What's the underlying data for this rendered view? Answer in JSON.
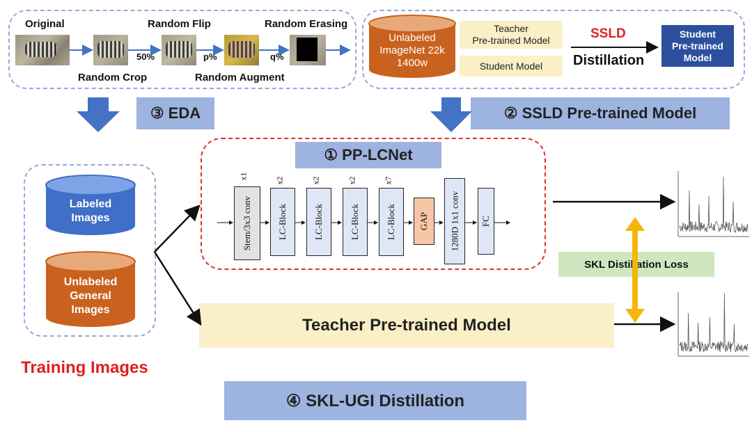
{
  "augment": {
    "original": "Original",
    "random_crop": "Random Crop",
    "random_flip": "Random Flip",
    "random_augment": "Random Augment",
    "random_erasing": "Random Erasing",
    "prob_50": "50%",
    "prob_p": "p%",
    "prob_q": "q%"
  },
  "ssld_box": {
    "dataset_line1": "Unlabeled",
    "dataset_line2": "ImageNet 22k",
    "dataset_line3": "1400w",
    "teacher_line1": "Teacher",
    "teacher_line2": "Pre-trained Model",
    "student": "Student Model",
    "ssld": "SSLD",
    "distillation": "Distillation",
    "result_line1": "Student",
    "result_line2": "Pre-trained",
    "result_line3": "Model"
  },
  "labels": {
    "eda": "③ EDA",
    "ssld_pretrained": "② SSLD Pre-trained Model",
    "pplcnet": "① PP-LCNet",
    "skl_loss": "SKL Distillation Loss",
    "teacher_model": "Teacher Pre-trained Model",
    "training_images": "Training Images",
    "skl_ugi": "④ SKL-UGI Distillation"
  },
  "training": {
    "labeled_line1": "Labeled",
    "labeled_line2": "Images",
    "unlabeled_line1": "Unlabeled",
    "unlabeled_line2": "General",
    "unlabeled_line3": "Images"
  },
  "network": {
    "layers": [
      {
        "name": "Stem/3x3 conv",
        "mult": "x1"
      },
      {
        "name": "LC-Block",
        "mult": "x2"
      },
      {
        "name": "LC-Block",
        "mult": "x2"
      },
      {
        "name": "LC-Block",
        "mult": "x2"
      },
      {
        "name": "LC-Block",
        "mult": "x7"
      },
      {
        "name": "GAP",
        "mult": ""
      },
      {
        "name": "1280D 1x1 conv",
        "mult": ""
      },
      {
        "name": "FC",
        "mult": ""
      }
    ]
  },
  "colors": {
    "label_blue": "#9db3e0",
    "cream": "#fbefc7",
    "cyl_blue": "#3f6fc7",
    "cyl_orange": "#c9621e",
    "dark_blue_box": "#2c4f9e",
    "green_label": "#cfe6c0",
    "red_text": "#e02020",
    "arrow_blue": "#4472c4",
    "arrow_gold": "#f5b50a",
    "gap_orange": "#f7c6a6",
    "layer_blue": "#dfe7f7"
  }
}
